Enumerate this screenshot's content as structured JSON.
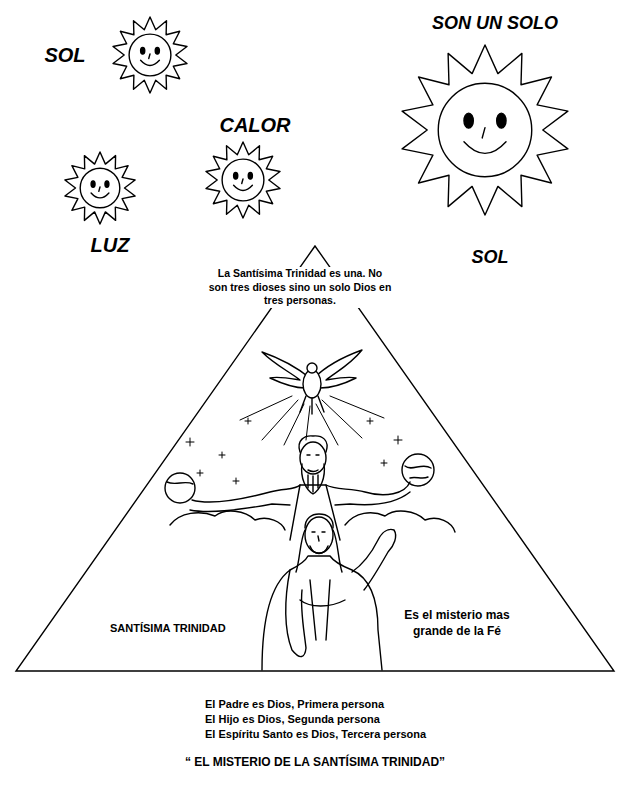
{
  "diagram": {
    "caption": "“ EL MISTERIO DE LA SANTÍSIMA TRINIDAD”",
    "nodes": [
      {
        "text": [
          "La Santísima Trinidad es una. No son tres dioses sino un solo Dios en tres personas.",
          "SANTÍSIMA TRINIDAD",
          "Es el misterio mas grande de la Fé"
        ]
      }
    ],
    "labels": [
      "SOL",
      "CALOR",
      "LUZ",
      "SON UN SOLO",
      "SOL",
      "El  Padre es Dios, Primera persona",
      "El Hijo es Dios, Segunda persona",
      "El Espíritu Santo es Dios, Tercera persona"
    ]
  }
}
